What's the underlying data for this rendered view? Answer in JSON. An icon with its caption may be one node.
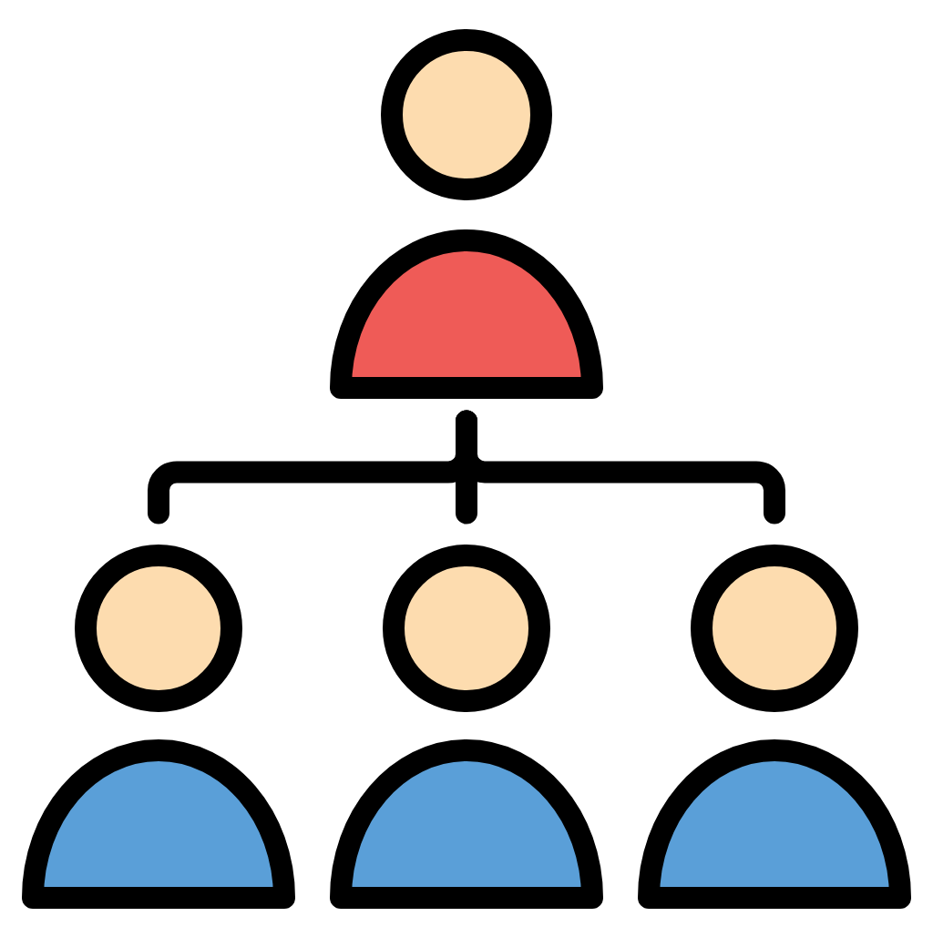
{
  "diagram": {
    "nodes": [
      {
        "text": [],
        "shape": "person"
      },
      {
        "text": [],
        "shape": "person"
      },
      {
        "text": [],
        "shape": "person"
      },
      {
        "text": [],
        "shape": "person"
      }
    ],
    "edges": [
      {
        "from": 0,
        "to": 1,
        "arrow": "none"
      },
      {
        "from": 0,
        "to": 2,
        "arrow": "none"
      },
      {
        "from": 0,
        "to": 3,
        "arrow": "none"
      }
    ]
  }
}
